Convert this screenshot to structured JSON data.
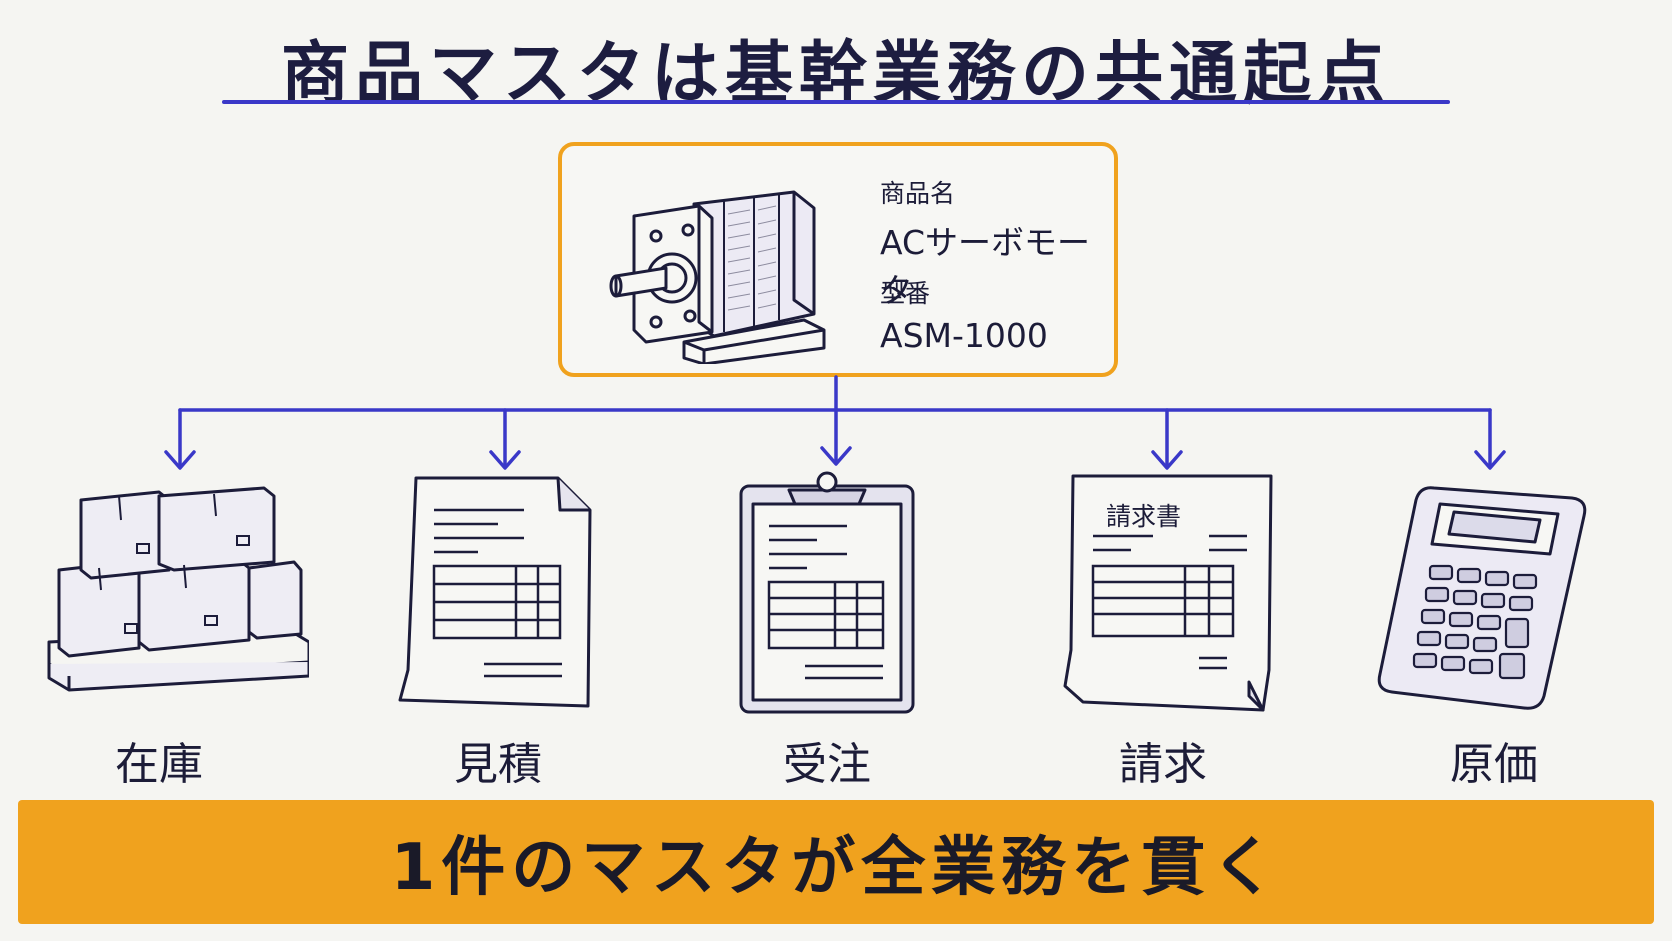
{
  "title": "商品マスタは基幹業務の共通起点",
  "master": {
    "product_name_label": "商品名",
    "product_name": "ACサーボモータ",
    "model_label": "型番",
    "model": "ASM-1000"
  },
  "modules": [
    {
      "label": "在庫",
      "icon": "pallet-boxes-icon"
    },
    {
      "label": "見積",
      "icon": "quote-document-icon"
    },
    {
      "label": "受注",
      "icon": "clipboard-order-icon"
    },
    {
      "label": "請求",
      "icon": "invoice-document-icon",
      "document_title": "請求書"
    },
    {
      "label": "原価",
      "icon": "calculator-icon"
    }
  ],
  "banner": "1件のマスタが全業務を貫く",
  "colors": {
    "ink": "#1c1c3a",
    "accent_blue": "#3a38c8",
    "accent_orange": "#f0a21e",
    "background": "#f5f5f2"
  }
}
